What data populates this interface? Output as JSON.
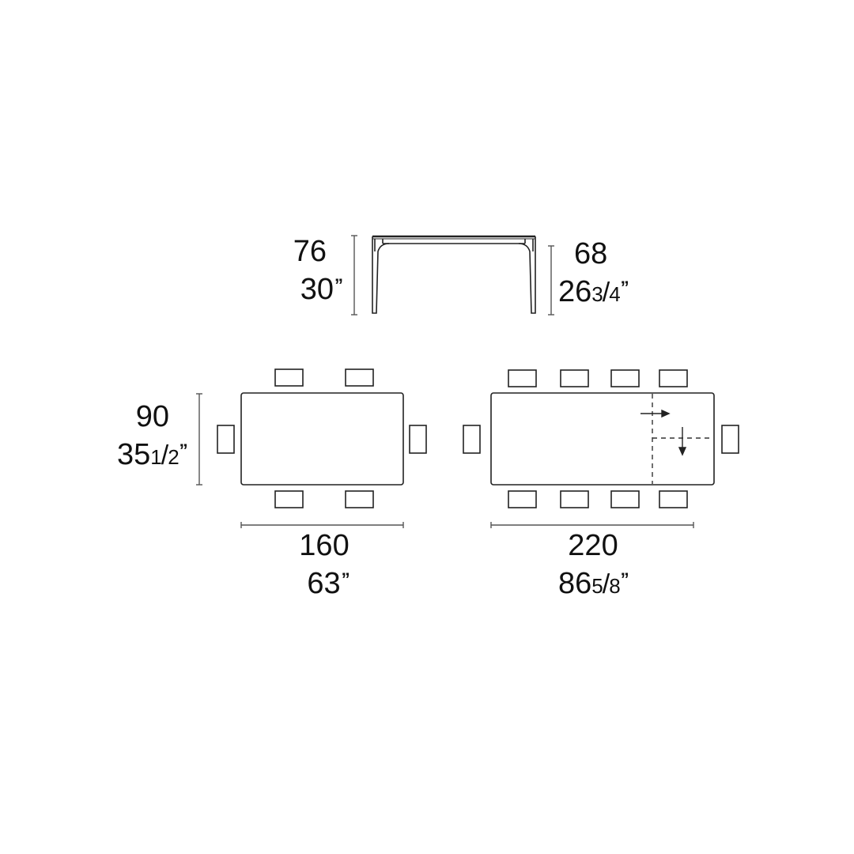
{
  "diagram": {
    "type": "furniture-dimension-drawing",
    "units": [
      "cm",
      "inches"
    ],
    "elevation": {
      "overall_height": {
        "cm": "76",
        "in_whole": "30",
        "in_frac_num": "",
        "in_frac_den": "",
        "inch_mark": "”"
      },
      "under_clearance": {
        "cm": "68",
        "in_whole": "26",
        "in_frac_num": "3",
        "in_frac_den": "4",
        "inch_mark": "”"
      }
    },
    "plan_closed": {
      "depth": {
        "cm": "90",
        "in_whole": "35",
        "in_frac_num": "1",
        "in_frac_den": "2",
        "inch_mark": "”"
      },
      "length": {
        "cm": "160",
        "in_whole": "63",
        "inch_mark": "”"
      },
      "seats": 6
    },
    "plan_extended": {
      "length": {
        "cm": "220",
        "in_whole": "86",
        "in_frac_num": "5",
        "in_frac_den": "8",
        "inch_mark": "”"
      },
      "seats": 10,
      "extension_arrows": [
        "arrow-right",
        "arrow-down"
      ]
    },
    "colors": {
      "line": "#222222",
      "text": "#111111",
      "dim_line": "#555555",
      "background": "#ffffff"
    }
  }
}
